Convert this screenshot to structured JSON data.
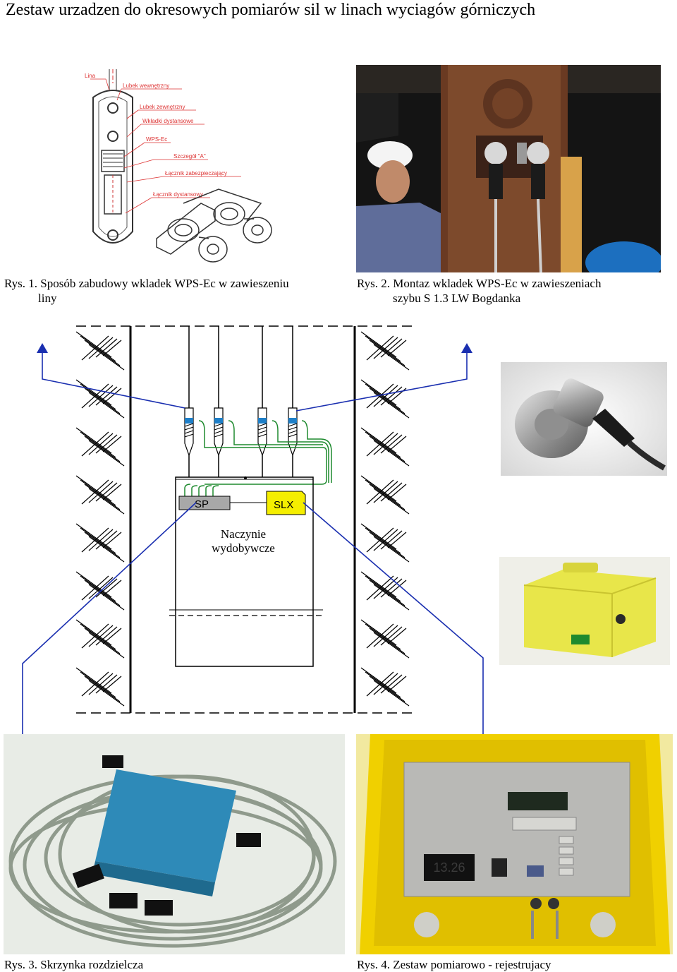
{
  "page": {
    "title": "Zestaw urzadzen do okresowych pomiarów sil w linach wyciagów  górniczych"
  },
  "fig1": {
    "caption_line1": "Rys. 1. Sposób zabudowy wkladek  WPS-Ec w zawieszeniu",
    "caption_line2": "liny",
    "labels": {
      "lina": "Lina",
      "kubek_wewn": "Lubek wewnętrzny",
      "kubek_zewn": "Lubek zewnętrzny",
      "wklad": "Wkładki dystansowe",
      "wps": "WPS-Ec",
      "szczegol": "Szczegół \"A\"",
      "lacznik_zab": "Łącznik zabezpieczający",
      "lacznik_dyst": "Łącznik dystansowy"
    }
  },
  "fig2": {
    "caption_line1": "Rys. 2. Montaz wkladek WPS-Ec w zawieszeniach",
    "caption_line2": "szybu S 1.3 LW Bogdanka"
  },
  "diagram": {
    "sp_label": "SP",
    "slx_label": "SLX",
    "vessel_line1": "Naczynie",
    "vessel_line2": "wydobywcze"
  },
  "photo_lcd": {
    "reading": "13.26"
  },
  "fig3": {
    "caption": "Rys. 3. Skrzynka rozdzielcza"
  },
  "fig4": {
    "caption": "Rys. 4. Zestaw pomiarowo - rejestrujacy"
  },
  "colors": {
    "arrow_blue": "#1a2fb0",
    "cable_green": "#1e8a2e",
    "sensor_blue": "#1e7fc8",
    "slx_yellow": "#f5ee00",
    "case_yellow": "#f2d20a",
    "box_blue": "#2e8ab8"
  }
}
